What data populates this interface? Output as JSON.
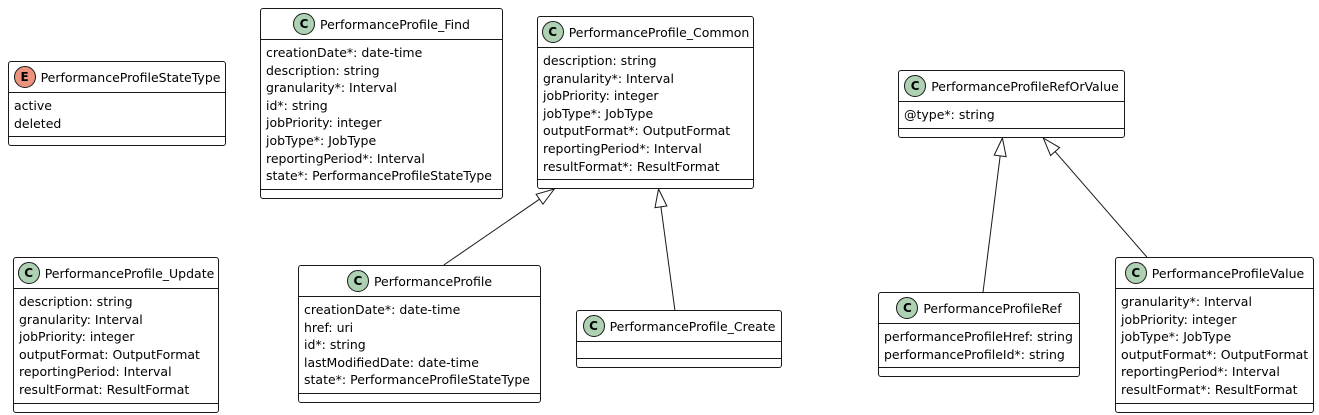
{
  "diagram": {
    "classes": [
      {
        "id": "state_type",
        "kind": "E",
        "kind_color": "#eb937f",
        "name": "PerformanceProfileStateType",
        "attributes": [
          "active",
          "deleted"
        ]
      },
      {
        "id": "find",
        "kind": "C",
        "kind_color": "#add1b2",
        "name": "PerformanceProfile_Find",
        "attributes": [
          "creationDate*: date-time",
          "description: string",
          "granularity*: Interval",
          "id*: string",
          "jobPriority: integer",
          "jobType*: JobType",
          "reportingPeriod*: Interval",
          "state*: PerformanceProfileStateType"
        ]
      },
      {
        "id": "common",
        "kind": "C",
        "kind_color": "#add1b2",
        "name": "PerformanceProfile_Common",
        "attributes": [
          "description: string",
          "granularity*: Interval",
          "jobPriority: integer",
          "jobType*: JobType",
          "outputFormat*: OutputFormat",
          "reportingPeriod*: Interval",
          "resultFormat*: ResultFormat"
        ]
      },
      {
        "id": "ref_or_value",
        "kind": "C",
        "kind_color": "#add1b2",
        "name": "PerformanceProfileRefOrValue",
        "attributes": [
          "@type*: string"
        ]
      },
      {
        "id": "update",
        "kind": "C",
        "kind_color": "#add1b2",
        "name": "PerformanceProfile_Update",
        "attributes": [
          "description: string",
          "granularity: Interval",
          "jobPriority: integer",
          "outputFormat: OutputFormat",
          "reportingPeriod: Interval",
          "resultFormat: ResultFormat"
        ]
      },
      {
        "id": "profile",
        "kind": "C",
        "kind_color": "#add1b2",
        "name": "PerformanceProfile",
        "attributes": [
          "creationDate*: date-time",
          "href: uri",
          "id*: string",
          "lastModifiedDate: date-time",
          "state*: PerformanceProfileStateType"
        ]
      },
      {
        "id": "create",
        "kind": "C",
        "kind_color": "#add1b2",
        "name": "PerformanceProfile_Create",
        "attributes": []
      },
      {
        "id": "ref",
        "kind": "C",
        "kind_color": "#add1b2",
        "name": "PerformanceProfileRef",
        "attributes": [
          "performanceProfileHref: string",
          "performanceProfileId*: string"
        ]
      },
      {
        "id": "value",
        "kind": "C",
        "kind_color": "#add1b2",
        "name": "PerformanceProfileValue",
        "attributes": [
          "granularity*: Interval",
          "jobPriority: integer",
          "jobType*: JobType",
          "outputFormat*: OutputFormat",
          "reportingPeriod*: Interval",
          "resultFormat*: ResultFormat"
        ]
      }
    ],
    "inheritance": [
      {
        "child": "profile",
        "parent": "common"
      },
      {
        "child": "create",
        "parent": "common"
      },
      {
        "child": "ref",
        "parent": "ref_or_value"
      },
      {
        "child": "value",
        "parent": "ref_or_value"
      }
    ],
    "line_color": "#181818"
  }
}
